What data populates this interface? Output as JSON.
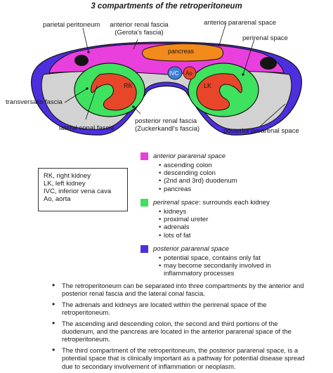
{
  "title": "3 compartments of the retroperitoneum",
  "labels": {
    "parietal_peritoneum": "parietal peritoneum",
    "anterior_renal_fascia_1": "anterior renal fascia",
    "anterior_renal_fascia_2": "(Gerota's fascia)",
    "anterior_pararenal_space": "anterior pararenal space",
    "perirenal_space": "perirenal space",
    "pancreas": "pancreas",
    "ivc": "IVC",
    "ao": "Ao",
    "rk": "RK",
    "lk": "LK",
    "transversalis_fascia": "transversalis fascia",
    "lateral_conal_fascia": "lateral conal fascia",
    "posterior_renal_fascia_1": "posterior renal fascia",
    "posterior_renal_fascia_2": "(Zuckerkandl's fascia)",
    "posterior_pararenal_space": "posterior pararenal space"
  },
  "abbreviations": [
    "RK, right kidney",
    "LK, left kidney",
    "IVC, inferior vena cava",
    "Ao, aorta"
  ],
  "compartments": [
    {
      "color": "#e93fdd",
      "title": "anterior pararenal space",
      "title_plain": "",
      "items": [
        "ascending colon",
        "descending colon",
        "(2nd and 3rd) duodenum",
        "pancreas"
      ]
    },
    {
      "color": "#3ee25e",
      "title": "perirenal space",
      "title_plain": ": surrounds each kidney",
      "items": [
        "kidneys",
        "proximal ureter",
        "adrenals",
        "lots of fat"
      ]
    },
    {
      "color": "#4d2fe0",
      "title": "posterior pararenal space",
      "title_plain": "",
      "items": [
        "potential space, contains only fat",
        "may become secondarily involved in inflammatory processes"
      ]
    }
  ],
  "bullets": [
    "The retroperitoneum can be separated into three compartments by the anterior and posterior renal fascia and the lateral conal fascia.",
    "The adrenals and kidneys are located within the perirenal space of the retroperitoneum.",
    "The ascending and descending colon, the second and third portions of the duodenum, and the pancreas are located in the anterior pararenal space of the retroperitoneum.",
    "The third compartment of the retroperitoneum, the posterior pararenal space, is a potential space that is clinically important as a pathway for potential disease spread due to secondary involvement of inflammation or neoplasm."
  ],
  "colors": {
    "anterior": "#e93fdd",
    "perirenal": "#3ee25e",
    "posterior": "#4d2fe0",
    "kidney": "#e8462a",
    "pancreas": "#f28a1c",
    "vessel": "#3d7fd6",
    "fat": "#d2d2d2"
  }
}
